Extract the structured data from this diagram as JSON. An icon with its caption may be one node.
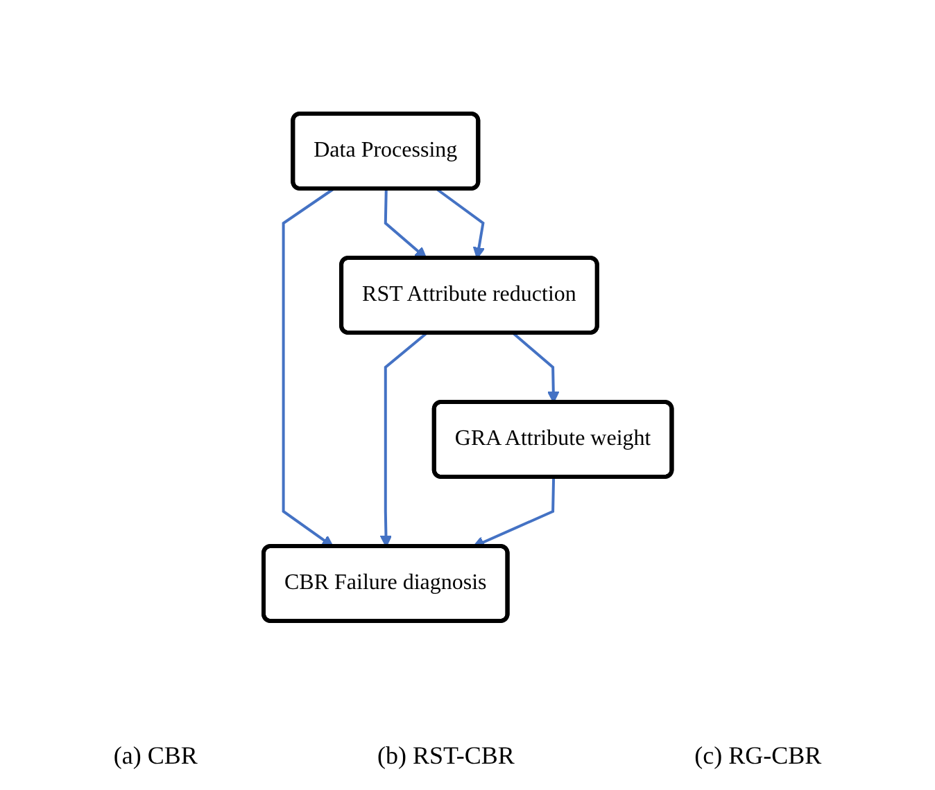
{
  "diagram": {
    "nodes": [
      {
        "text": [
          "Data Processing"
        ]
      },
      {
        "text": [
          "RST Attribute reduction"
        ]
      },
      {
        "text": [
          "GRA Attribute weight"
        ]
      },
      {
        "text": [
          "CBR Failure diagnosis"
        ]
      }
    ],
    "edges": [
      {
        "from": 0,
        "to": 3,
        "arrow": "to",
        "color": "#4472c4"
      },
      {
        "from": 0,
        "to": 1,
        "arrow": "to",
        "color": "#4472c4"
      },
      {
        "from": 0,
        "to": 1,
        "arrow": "to",
        "color": "#4472c4"
      },
      {
        "from": 1,
        "to": 3,
        "arrow": "to",
        "color": "#4472c4"
      },
      {
        "from": 1,
        "to": 2,
        "arrow": "to",
        "color": "#4472c4"
      },
      {
        "from": 2,
        "to": 3,
        "arrow": "to",
        "color": "#4472c4"
      }
    ],
    "labels": [
      "(a) CBR",
      "(b) RST-CBR",
      "(c) RG-CBR"
    ]
  }
}
